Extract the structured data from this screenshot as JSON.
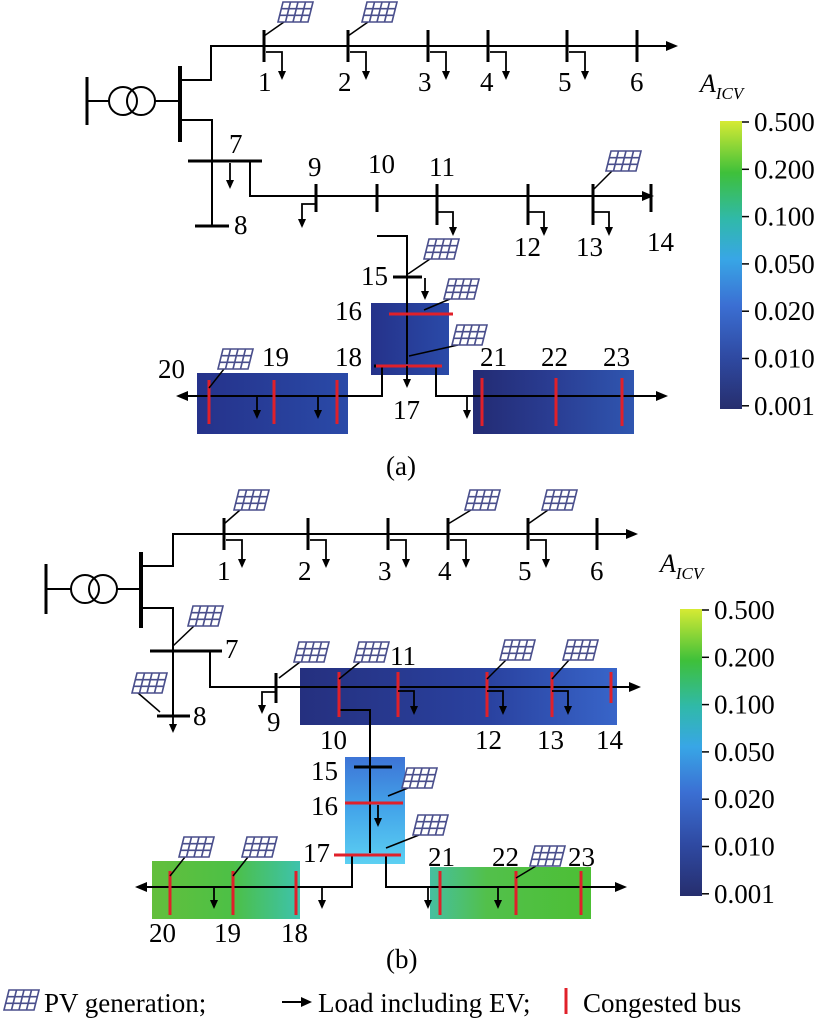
{
  "colors": {
    "line": "#000000",
    "congested": "#e0202a",
    "pv_fill": "#4a4f8c",
    "heat_dark": "#23337f",
    "heat_mid": "#3a6fd0",
    "heat_light": "#5cc8ee",
    "heat_green": "#3ebf3a",
    "heat_yellow": "#d8ea3a"
  },
  "colorbar": {
    "title": "A",
    "subscript": "ICV",
    "ticks": [
      "0.500",
      "0.200",
      "0.100",
      "0.050",
      "0.020",
      "0.010",
      "0.001"
    ]
  },
  "panel_a": {
    "caption": "(a)",
    "bus_labels": {
      "b1": "1",
      "b2": "2",
      "b3": "3",
      "b4": "4",
      "b5": "5",
      "b6": "6",
      "b7": "7",
      "b8": "8",
      "b9": "9",
      "b10": "10",
      "b11": "11",
      "b12": "12",
      "b13": "13",
      "b14": "14",
      "b15": "15",
      "b16": "16",
      "b17": "17",
      "b18": "18",
      "b19": "19",
      "b20": "20",
      "b21": "21",
      "b22": "22",
      "b23": "23"
    }
  },
  "panel_b": {
    "caption": "(b)",
    "bus_labels": {
      "b1": "1",
      "b2": "2",
      "b3": "3",
      "b4": "4",
      "b5": "5",
      "b6": "6",
      "b7": "7",
      "b8": "8",
      "b9": "9",
      "b10": "10",
      "b11": "11",
      "b12": "12",
      "b13": "13",
      "b14": "14",
      "b15": "15",
      "b16": "16",
      "b17": "17",
      "b18": "18",
      "b19": "19",
      "b20": "20",
      "b21": "21",
      "b22": "22",
      "b23": "23"
    }
  },
  "legend": {
    "pv": "PV generation;",
    "load": "Load including EV;",
    "congested": "Congested bus"
  }
}
